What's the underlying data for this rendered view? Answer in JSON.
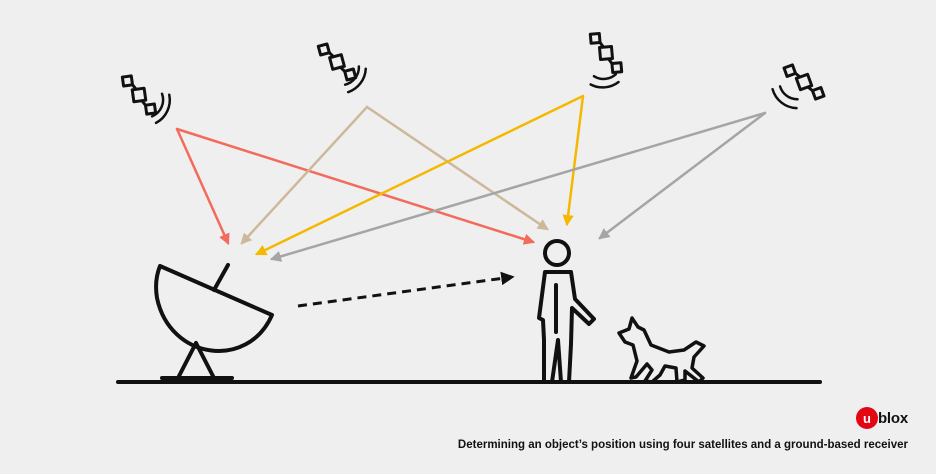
{
  "caption": "Determining an object’s position using four satellites and a ground-based receiver",
  "brand": {
    "mark": "u",
    "wordmark": "blox"
  },
  "colors": {
    "background": "#efefef",
    "ink": "#111111",
    "satellite_1": "#f26b5b",
    "satellite_2": "#cdb89a",
    "satellite_3": "#f5b800",
    "satellite_4": "#a5a5a5",
    "brand_red": "#e30613"
  },
  "icons": [
    "satellite-icon",
    "satellite-dish-icon",
    "person-icon",
    "dog-icon",
    "ublox-logo-icon"
  ]
}
